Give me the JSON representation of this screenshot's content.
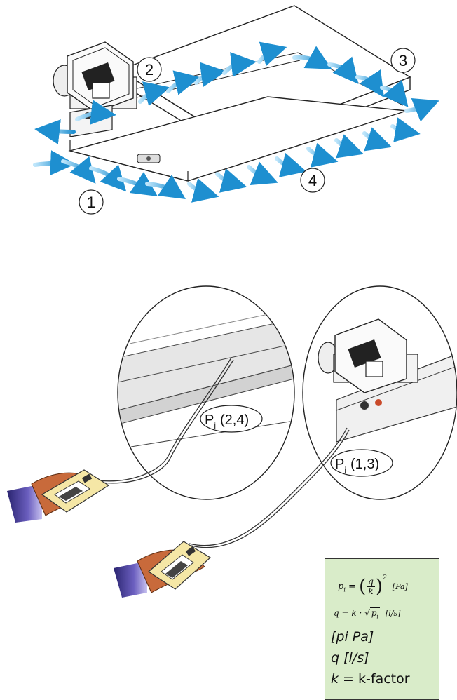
{
  "callouts": {
    "n1": "1",
    "n2": "2",
    "n3": "3",
    "n4": "4"
  },
  "probes": {
    "left": {
      "P": "P",
      "sub": "i",
      "ref": "(2,4)"
    },
    "right": {
      "P": "P",
      "sub": "i",
      "ref": "(1,3)"
    }
  },
  "formulas": {
    "line1_lhs": "p",
    "line1_lhs_sub": "i",
    "line1_eq": " = ",
    "line1_num": "q",
    "line1_den": "k",
    "line1_exp": "2",
    "line1_unit": "[Pa]",
    "line2_lhs": "q = k · √",
    "line2_root": "p",
    "line2_root_sub": "i",
    "line2_unit": "[l/s]",
    "line3": "[pi Pa]",
    "line4": "q [l/s]",
    "line5_var": "k",
    "line5_rest": " = k-factor"
  },
  "colors": {
    "arrow": "#4fb3e8",
    "arrow_dark": "#1e8fd0",
    "formula_bg": "#d9ecc9",
    "sleeve": "#4b3f94"
  }
}
